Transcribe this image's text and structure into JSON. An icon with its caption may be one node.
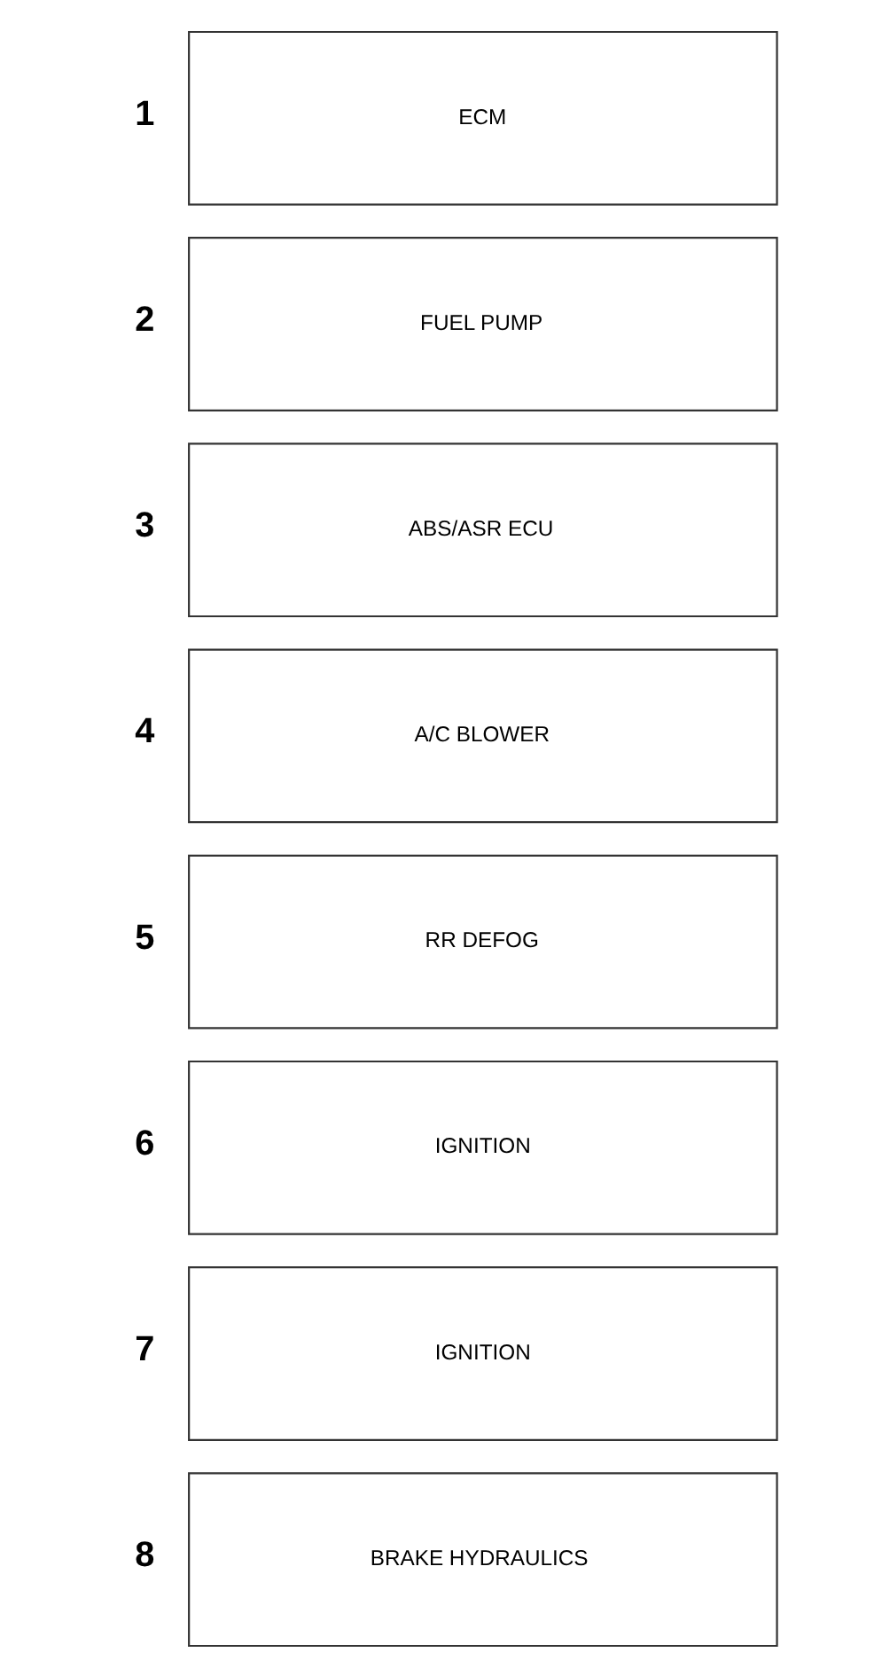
{
  "diagram": {
    "nodes": [
      {
        "text": [
          "ECM"
        ],
        "beside": [
          "1"
        ]
      },
      {
        "text": [
          "FUEL PUMP"
        ],
        "beside": [
          "2"
        ]
      },
      {
        "text": [
          "ABS/ASR ECU"
        ],
        "beside": [
          "3"
        ]
      },
      {
        "text": [
          "A/C BLOWER"
        ],
        "beside": [
          "4"
        ]
      },
      {
        "text": [
          "RR DEFOG"
        ],
        "beside": [
          "5"
        ]
      },
      {
        "text": [
          "IGNITION"
        ],
        "beside": [
          "6"
        ]
      },
      {
        "text": [
          "IGNITION"
        ],
        "beside": [
          "7"
        ]
      },
      {
        "text": [
          "BRAKE HYDRAULICS"
        ],
        "beside": [
          "8"
        ]
      }
    ]
  }
}
